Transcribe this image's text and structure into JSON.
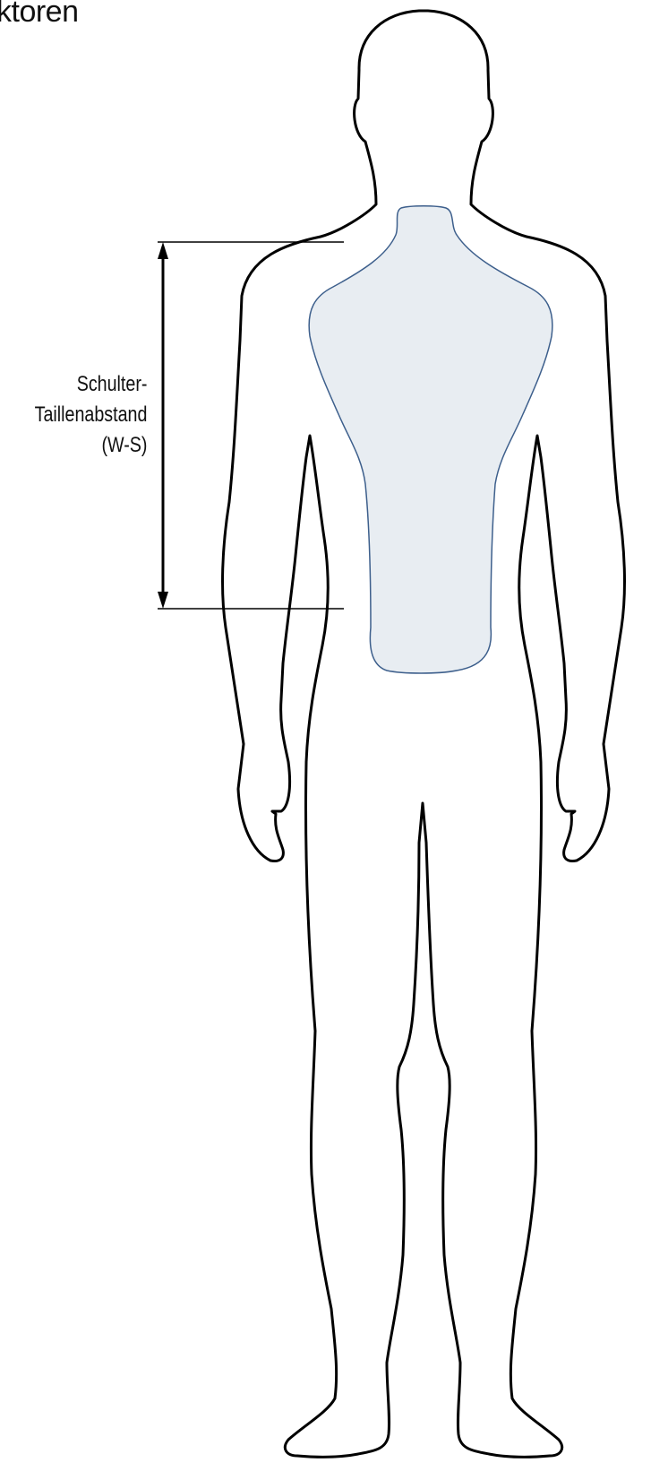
{
  "heading": "ktoren",
  "measurement": {
    "label_lines": [
      "Schulter-",
      "Taillenabstand",
      "(W-S)"
    ]
  },
  "colors": {
    "outline": "#000000",
    "torso_fill": "#e8edf2",
    "torso_stroke": "#3d5f8c"
  }
}
